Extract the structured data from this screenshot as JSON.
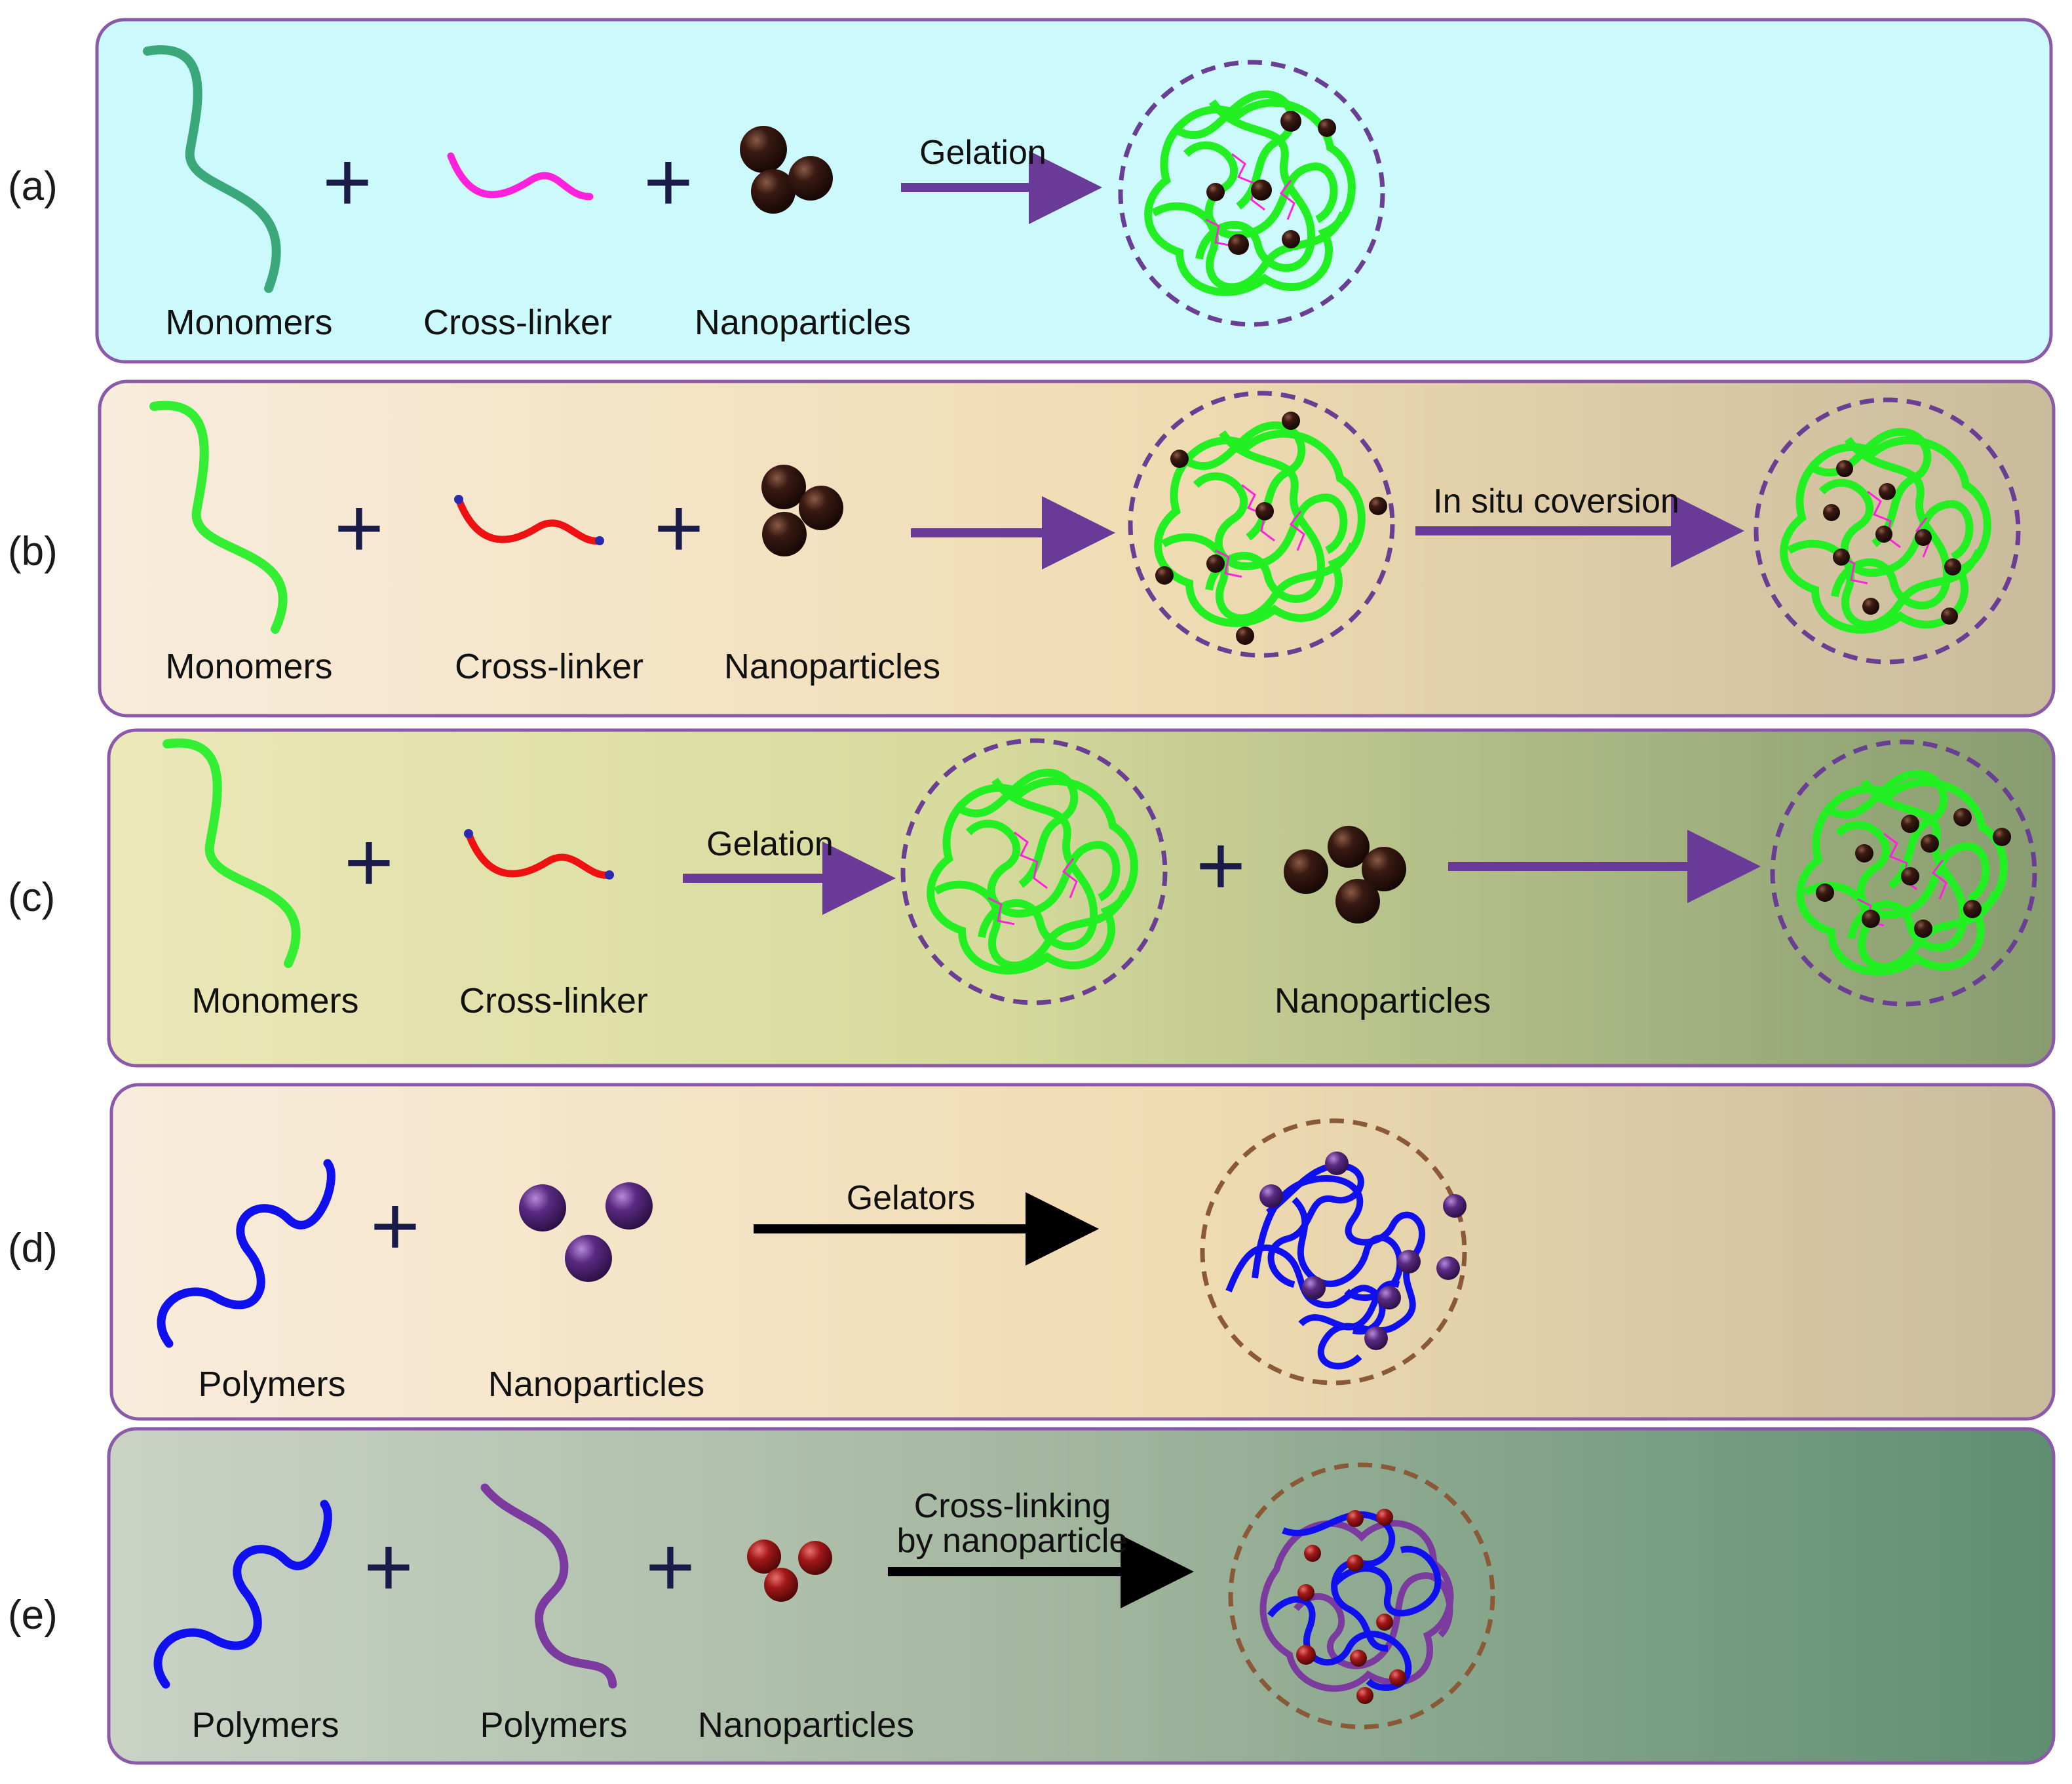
{
  "row_labels": [
    "(a)",
    "(b)",
    "(c)",
    "(d)",
    "(e)"
  ],
  "panel_a": {
    "captions": [
      "Monomers",
      "Cross-linker",
      "Nanoparticles"
    ],
    "arrow_label": "Gelation"
  },
  "panel_b": {
    "captions": [
      "Monomers",
      "Cross-linker",
      "Nanoparticles"
    ],
    "arrow_label": "In situ coversion"
  },
  "panel_c": {
    "captions": [
      "Monomers",
      "Cross-linker",
      "Nanoparticles"
    ],
    "arrow_label": "Gelation"
  },
  "panel_d": {
    "captions": [
      "Polymers",
      "Nanoparticles"
    ],
    "arrow_label": "Gelators"
  },
  "panel_e": {
    "captions": [
      "Polymers",
      "Polymers",
      "Nanoparticles"
    ],
    "arrow_label_lines": [
      "Cross-linking",
      "by nanoparticle"
    ]
  },
  "plus_sign": "+",
  "colors": {
    "panel_a_bg": "#ccf9fb",
    "panel_border": "#8a5aa8",
    "arrow_purple": "#6a3a98",
    "arrow_black": "#000000",
    "monomer_teal": "#3aa87a",
    "monomer_green": "#33ee33",
    "crosslinker_magenta": "#ff22dd",
    "crosslinker_red": "#ee1111",
    "nanoparticle_brown": "#3a1a12",
    "nanoparticle_purple": "#5a2a82",
    "nanoparticle_red": "#a21818",
    "polymer_blue": "#1010ee",
    "polymer_purple": "#7a3a9e",
    "hydrogel_green": "#22f022",
    "circle_purple_dash": "#6a3e92",
    "circle_brown_dash": "#8a5a38"
  }
}
